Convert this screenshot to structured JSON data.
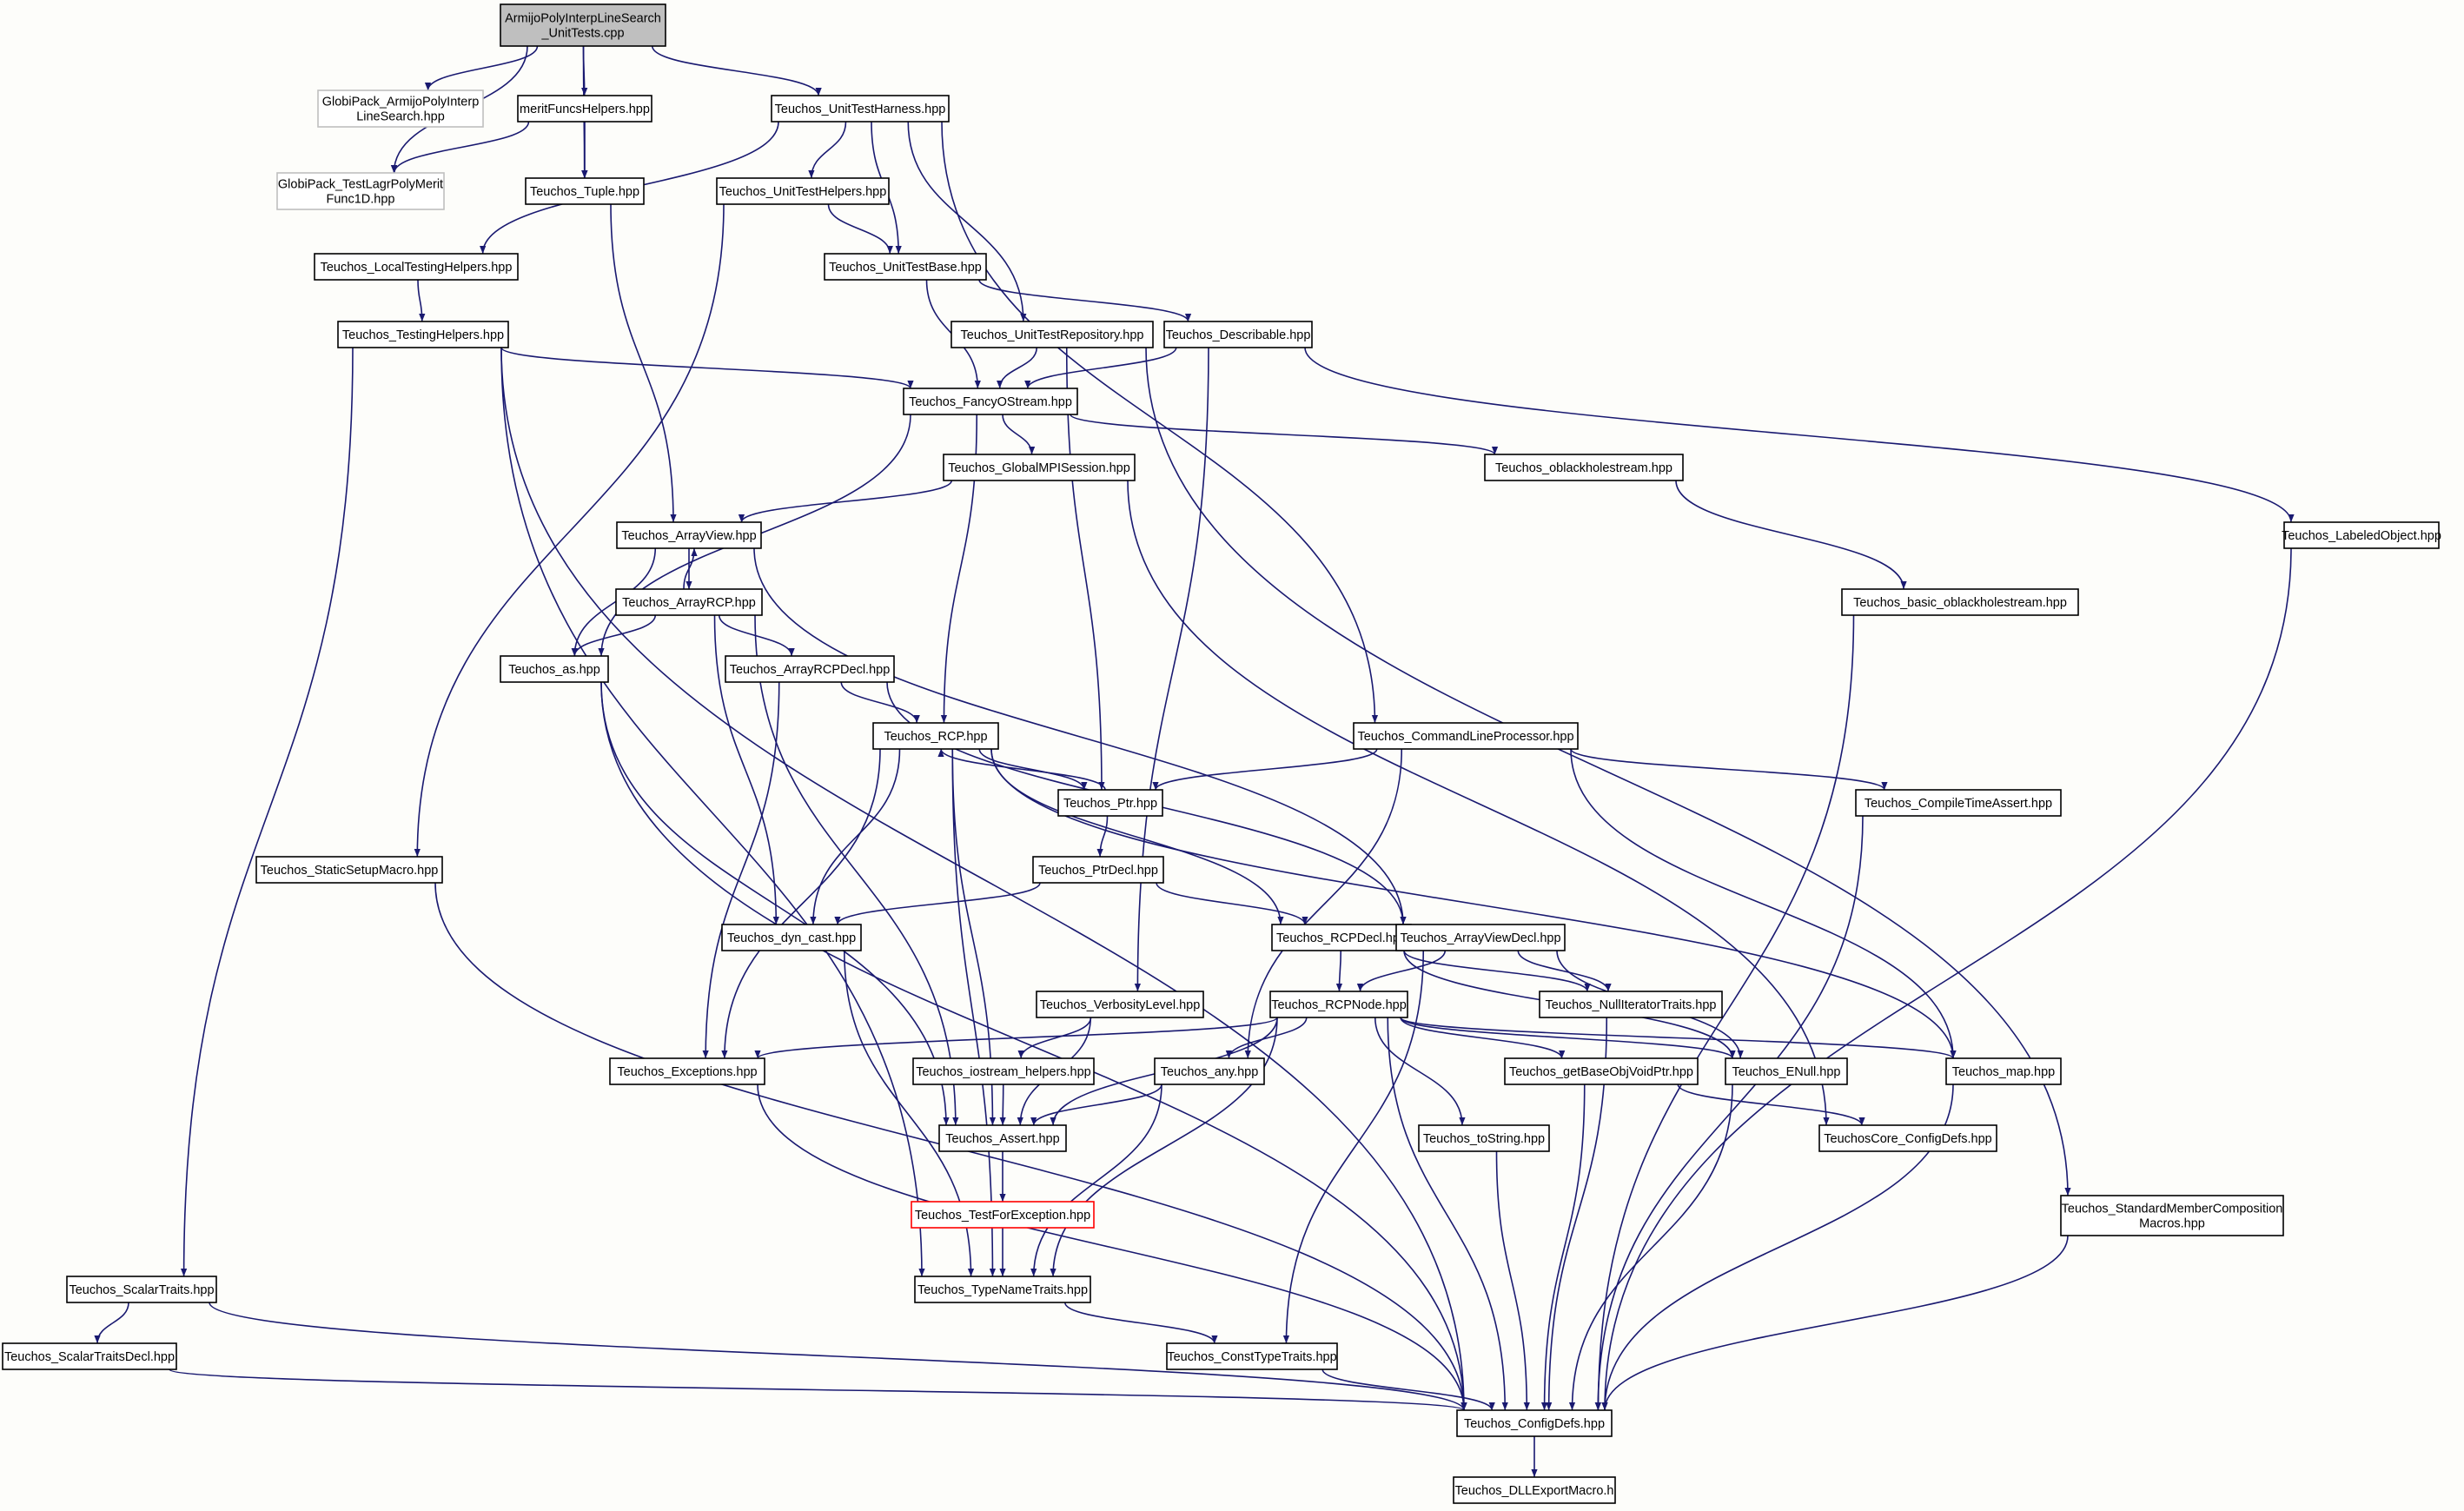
{
  "diagram": {
    "type": "include-dependency-graph",
    "colors": {
      "background": "#fdfdfa",
      "edge": "#191970",
      "node_border": "#000000",
      "root_fill": "#bfbfbf",
      "missing_border": "#bfbfbf",
      "undocumented_border": "#ff0000"
    },
    "nodes": [
      {
        "id": "root",
        "label": [
          "ArmijoPolyInterpLineSearch",
          "_UnitTests.cpp"
        ],
        "style": "root"
      },
      {
        "id": "gp_armijo",
        "label": [
          "GlobiPack_ArmijoPolyInterp",
          "LineSearch.hpp"
        ],
        "style": "missing"
      },
      {
        "id": "merit",
        "label": [
          "meritFuncsHelpers.hpp"
        ],
        "style": "normal"
      },
      {
        "id": "harness",
        "label": [
          "Teuchos_UnitTestHarness.hpp"
        ],
        "style": "normal"
      },
      {
        "id": "gp_lagr",
        "label": [
          "GlobiPack_TestLagrPolyMerit",
          "Func1D.hpp"
        ],
        "style": "missing"
      },
      {
        "id": "tuple",
        "label": [
          "Teuchos_Tuple.hpp"
        ],
        "style": "normal"
      },
      {
        "id": "uthelpers",
        "label": [
          "Teuchos_UnitTestHelpers.hpp"
        ],
        "style": "normal"
      },
      {
        "id": "localtesting",
        "label": [
          "Teuchos_LocalTestingHelpers.hpp"
        ],
        "style": "normal"
      },
      {
        "id": "utbase",
        "label": [
          "Teuchos_UnitTestBase.hpp"
        ],
        "style": "normal"
      },
      {
        "id": "testinghelpers",
        "label": [
          "Teuchos_TestingHelpers.hpp"
        ],
        "style": "normal"
      },
      {
        "id": "utrepo",
        "label": [
          "Teuchos_UnitTestRepository.hpp"
        ],
        "style": "normal"
      },
      {
        "id": "describable",
        "label": [
          "Teuchos_Describable.hpp"
        ],
        "style": "normal"
      },
      {
        "id": "fancyostream",
        "label": [
          "Teuchos_FancyOStream.hpp"
        ],
        "style": "normal"
      },
      {
        "id": "globalmpi",
        "label": [
          "Teuchos_GlobalMPISession.hpp"
        ],
        "style": "normal"
      },
      {
        "id": "oblackhole",
        "label": [
          "Teuchos_oblackholestream.hpp"
        ],
        "style": "normal"
      },
      {
        "id": "arrayview",
        "label": [
          "Teuchos_ArrayView.hpp"
        ],
        "style": "normal"
      },
      {
        "id": "labeledobject",
        "label": [
          "Teuchos_LabeledObject.hpp"
        ],
        "style": "normal"
      },
      {
        "id": "arrayrcp",
        "label": [
          "Teuchos_ArrayRCP.hpp"
        ],
        "style": "normal"
      },
      {
        "id": "basicoblackhole",
        "label": [
          "Teuchos_basic_oblackholestream.hpp"
        ],
        "style": "normal"
      },
      {
        "id": "as",
        "label": [
          "Teuchos_as.hpp"
        ],
        "style": "normal"
      },
      {
        "id": "arrayrcpdecl",
        "label": [
          "Teuchos_ArrayRCPDecl.hpp"
        ],
        "style": "normal"
      },
      {
        "id": "rcp",
        "label": [
          "Teuchos_RCP.hpp"
        ],
        "style": "normal"
      },
      {
        "id": "cmdline",
        "label": [
          "Teuchos_CommandLineProcessor.hpp"
        ],
        "style": "normal"
      },
      {
        "id": "ptr",
        "label": [
          "Teuchos_Ptr.hpp"
        ],
        "style": "normal"
      },
      {
        "id": "compiletime",
        "label": [
          "Teuchos_CompileTimeAssert.hpp"
        ],
        "style": "normal"
      },
      {
        "id": "staticsetup",
        "label": [
          "Teuchos_StaticSetupMacro.hpp"
        ],
        "style": "normal"
      },
      {
        "id": "ptrdecl",
        "label": [
          "Teuchos_PtrDecl.hpp"
        ],
        "style": "normal"
      },
      {
        "id": "dyncast",
        "label": [
          "Teuchos_dyn_cast.hpp"
        ],
        "style": "normal"
      },
      {
        "id": "rcpdecl",
        "label": [
          "Teuchos_RCPDecl.hpp"
        ],
        "style": "normal"
      },
      {
        "id": "arrayviewdecl",
        "label": [
          "Teuchos_ArrayViewDecl.hpp"
        ],
        "style": "normal"
      },
      {
        "id": "verbosity",
        "label": [
          "Teuchos_VerbosityLevel.hpp"
        ],
        "style": "normal"
      },
      {
        "id": "rcpnode",
        "label": [
          "Teuchos_RCPNode.hpp"
        ],
        "style": "normal"
      },
      {
        "id": "nulliter",
        "label": [
          "Teuchos_NullIteratorTraits.hpp"
        ],
        "style": "normal"
      },
      {
        "id": "exceptions",
        "label": [
          "Teuchos_Exceptions.hpp"
        ],
        "style": "normal"
      },
      {
        "id": "iostream",
        "label": [
          "Teuchos_iostream_helpers.hpp"
        ],
        "style": "normal"
      },
      {
        "id": "any",
        "label": [
          "Teuchos_any.hpp"
        ],
        "style": "normal"
      },
      {
        "id": "getbase",
        "label": [
          "Teuchos_getBaseObjVoidPtr.hpp"
        ],
        "style": "normal"
      },
      {
        "id": "enull",
        "label": [
          "Teuchos_ENull.hpp"
        ],
        "style": "normal"
      },
      {
        "id": "map",
        "label": [
          "Teuchos_map.hpp"
        ],
        "style": "normal"
      },
      {
        "id": "assert",
        "label": [
          "Teuchos_Assert.hpp"
        ],
        "style": "normal"
      },
      {
        "id": "tostring",
        "label": [
          "Teuchos_toString.hpp"
        ],
        "style": "normal"
      },
      {
        "id": "coreconfig",
        "label": [
          "TeuchosCore_ConfigDefs.hpp"
        ],
        "style": "normal"
      },
      {
        "id": "testforexc",
        "label": [
          "Teuchos_TestForException.hpp"
        ],
        "style": "undocumented"
      },
      {
        "id": "stdmember",
        "label": [
          "Teuchos_StandardMemberComposition",
          "Macros.hpp"
        ],
        "style": "normal"
      },
      {
        "id": "scalartraits",
        "label": [
          "Teuchos_ScalarTraits.hpp"
        ],
        "style": "normal"
      },
      {
        "id": "typename",
        "label": [
          "Teuchos_TypeNameTraits.hpp"
        ],
        "style": "normal"
      },
      {
        "id": "scalardecl",
        "label": [
          "Teuchos_ScalarTraitsDecl.hpp"
        ],
        "style": "normal"
      },
      {
        "id": "consttype",
        "label": [
          "Teuchos_ConstTypeTraits.hpp"
        ],
        "style": "normal"
      },
      {
        "id": "configdefs",
        "label": [
          "Teuchos_ConfigDefs.hpp"
        ],
        "style": "normal"
      },
      {
        "id": "dllexport",
        "label": [
          "Teuchos_DLLExportMacro.h"
        ],
        "style": "normal"
      }
    ],
    "edges": [
      [
        "root",
        "gp_armijo"
      ],
      [
        "root",
        "gp_lagr"
      ],
      [
        "root",
        "merit"
      ],
      [
        "root",
        "tuple"
      ],
      [
        "root",
        "harness"
      ],
      [
        "merit",
        "gp_lagr"
      ],
      [
        "merit",
        "tuple"
      ],
      [
        "tuple",
        "arrayview"
      ],
      [
        "harness",
        "localtesting"
      ],
      [
        "harness",
        "uthelpers"
      ],
      [
        "harness",
        "utbase"
      ],
      [
        "harness",
        "utrepo"
      ],
      [
        "harness",
        "cmdline"
      ],
      [
        "uthelpers",
        "utbase"
      ],
      [
        "uthelpers",
        "staticsetup"
      ],
      [
        "localtesting",
        "testinghelpers"
      ],
      [
        "utbase",
        "describable"
      ],
      [
        "utbase",
        "fancyostream"
      ],
      [
        "utrepo",
        "fancyostream"
      ],
      [
        "utrepo",
        "ptr"
      ],
      [
        "utrepo",
        "stdmember"
      ],
      [
        "describable",
        "fancyostream"
      ],
      [
        "describable",
        "labeledobject"
      ],
      [
        "describable",
        "verbosity"
      ],
      [
        "testinghelpers",
        "fancyostream"
      ],
      [
        "testinghelpers",
        "scalartraits"
      ],
      [
        "testinghelpers",
        "typename"
      ],
      [
        "testinghelpers",
        "configdefs"
      ],
      [
        "fancyostream",
        "globalmpi"
      ],
      [
        "fancyostream",
        "oblackhole"
      ],
      [
        "fancyostream",
        "as"
      ],
      [
        "fancyostream",
        "rcp"
      ],
      [
        "globalmpi",
        "arrayview"
      ],
      [
        "globalmpi",
        "coreconfig"
      ],
      [
        "oblackhole",
        "basicoblackhole"
      ],
      [
        "arrayview",
        "arrayrcp"
      ],
      [
        "arrayview",
        "as"
      ],
      [
        "arrayview",
        "arrayviewdecl"
      ],
      [
        "arrayrcp",
        "arrayview"
      ],
      [
        "arrayrcp",
        "as"
      ],
      [
        "arrayrcp",
        "arrayrcpdecl"
      ],
      [
        "arrayrcp",
        "assert"
      ],
      [
        "arrayrcp",
        "dyncast"
      ],
      [
        "as",
        "assert"
      ],
      [
        "as",
        "configdefs"
      ],
      [
        "arrayrcpdecl",
        "rcp"
      ],
      [
        "arrayrcpdecl",
        "exceptions"
      ],
      [
        "arrayrcpdecl",
        "arrayviewdecl"
      ],
      [
        "rcp",
        "ptr"
      ],
      [
        "rcp",
        "rcpdecl"
      ],
      [
        "rcp",
        "dyncast"
      ],
      [
        "rcp",
        "exceptions"
      ],
      [
        "rcp",
        "assert"
      ],
      [
        "rcp",
        "typename"
      ],
      [
        "rcp",
        "map"
      ],
      [
        "ptr",
        "rcp"
      ],
      [
        "ptr",
        "ptrdecl"
      ],
      [
        "ptrdecl",
        "dyncast"
      ],
      [
        "ptrdecl",
        "rcpdecl"
      ],
      [
        "cmdline",
        "ptr"
      ],
      [
        "cmdline",
        "compiletime"
      ],
      [
        "cmdline",
        "any"
      ],
      [
        "cmdline",
        "map"
      ],
      [
        "compiletime",
        "configdefs"
      ],
      [
        "staticsetup",
        "configdefs"
      ],
      [
        "dyncast",
        "typename"
      ],
      [
        "rcpdecl",
        "rcpnode"
      ],
      [
        "rcpdecl",
        "nulliter"
      ],
      [
        "rcpdecl",
        "enull"
      ],
      [
        "arrayviewdecl",
        "rcpnode"
      ],
      [
        "arrayviewdecl",
        "nulliter"
      ],
      [
        "arrayviewdecl",
        "enull"
      ],
      [
        "arrayviewdecl",
        "consttype"
      ],
      [
        "verbosity",
        "iostream"
      ],
      [
        "verbosity",
        "assert"
      ],
      [
        "rcpnode",
        "exceptions"
      ],
      [
        "rcpnode",
        "any"
      ],
      [
        "rcpnode",
        "getbase"
      ],
      [
        "rcpnode",
        "enull"
      ],
      [
        "rcpnode",
        "map"
      ],
      [
        "rcpnode",
        "assert"
      ],
      [
        "rcpnode",
        "tostring"
      ],
      [
        "rcpnode",
        "typename"
      ],
      [
        "rcpnode",
        "configdefs"
      ],
      [
        "nulliter",
        "configdefs"
      ],
      [
        "exceptions",
        "configdefs"
      ],
      [
        "iostream",
        "assert"
      ],
      [
        "any",
        "assert"
      ],
      [
        "any",
        "typename"
      ],
      [
        "getbase",
        "coreconfig"
      ],
      [
        "getbase",
        "configdefs"
      ],
      [
        "enull",
        "configdefs"
      ],
      [
        "map",
        "configdefs"
      ],
      [
        "assert",
        "testforexc"
      ],
      [
        "tostring",
        "configdefs"
      ],
      [
        "testforexc",
        "typename"
      ],
      [
        "stdmember",
        "configdefs"
      ],
      [
        "labeledobject",
        "configdefs"
      ],
      [
        "basicoblackhole",
        "configdefs"
      ],
      [
        "scalartraits",
        "scalardecl"
      ],
      [
        "scalartraits",
        "configdefs"
      ],
      [
        "scalardecl",
        "configdefs"
      ],
      [
        "typename",
        "consttype"
      ],
      [
        "consttype",
        "configdefs"
      ],
      [
        "configdefs",
        "dllexport"
      ]
    ]
  }
}
